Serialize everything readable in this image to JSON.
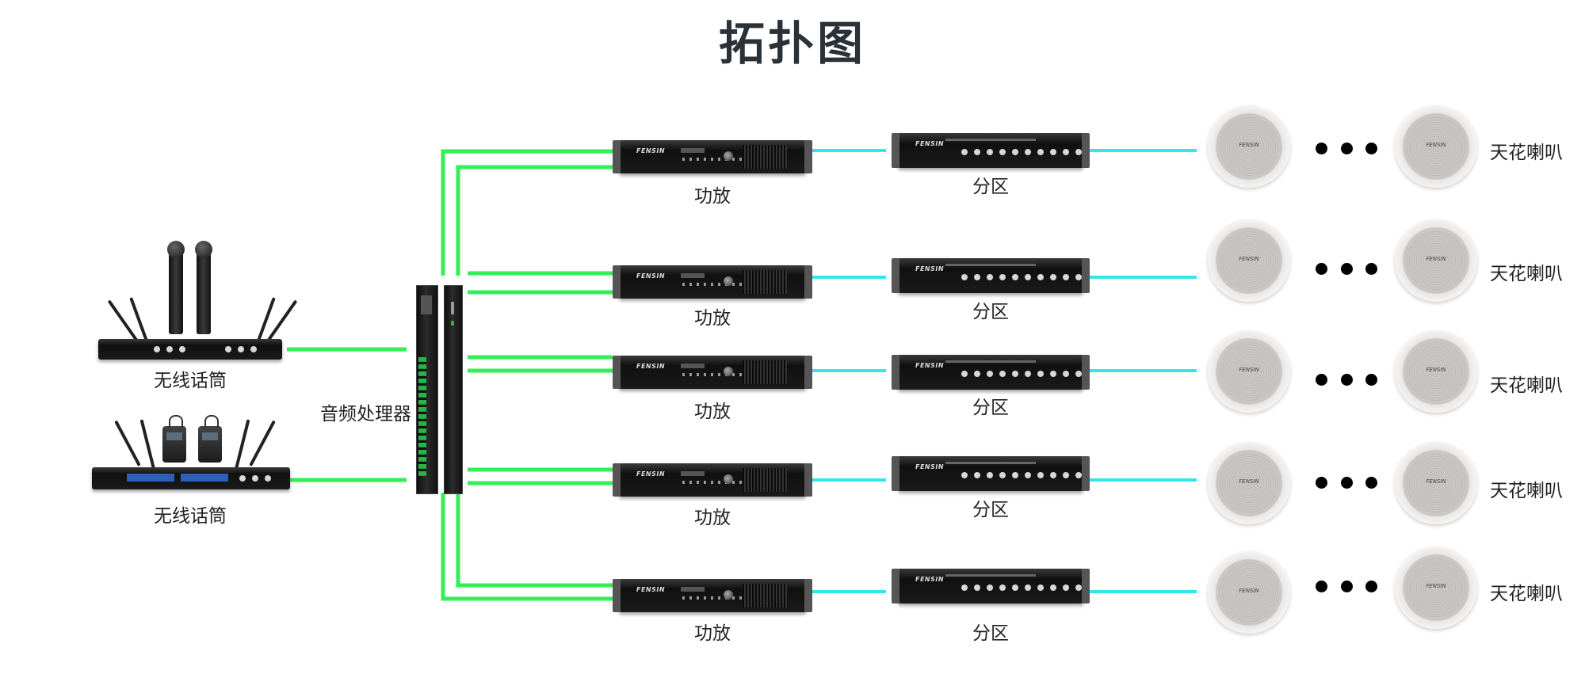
{
  "title": "拓扑图",
  "nodes": {
    "mic_label_1": "无线话筒",
    "mic_label_2": "无线话筒",
    "processor_label": "音频处理器",
    "amp_label": "功放",
    "zone_label": "分区",
    "speaker_label": "天花喇叭"
  },
  "rows": [
    {
      "amp": "功放",
      "zone": "分区",
      "speaker": "天花喇叭"
    },
    {
      "amp": "功放",
      "zone": "分区",
      "speaker": "天花喇叭"
    },
    {
      "amp": "功放",
      "zone": "分区",
      "speaker": "天花喇叭"
    },
    {
      "amp": "功放",
      "zone": "分区",
      "speaker": "天花喇叭"
    },
    {
      "amp": "功放",
      "zone": "分区",
      "speaker": "天花喇叭"
    }
  ],
  "brand_mark": "FENSIN",
  "colors": {
    "audio_link": "#33ee55",
    "speaker_link": "#33e6ee",
    "title": "#2b3138"
  }
}
